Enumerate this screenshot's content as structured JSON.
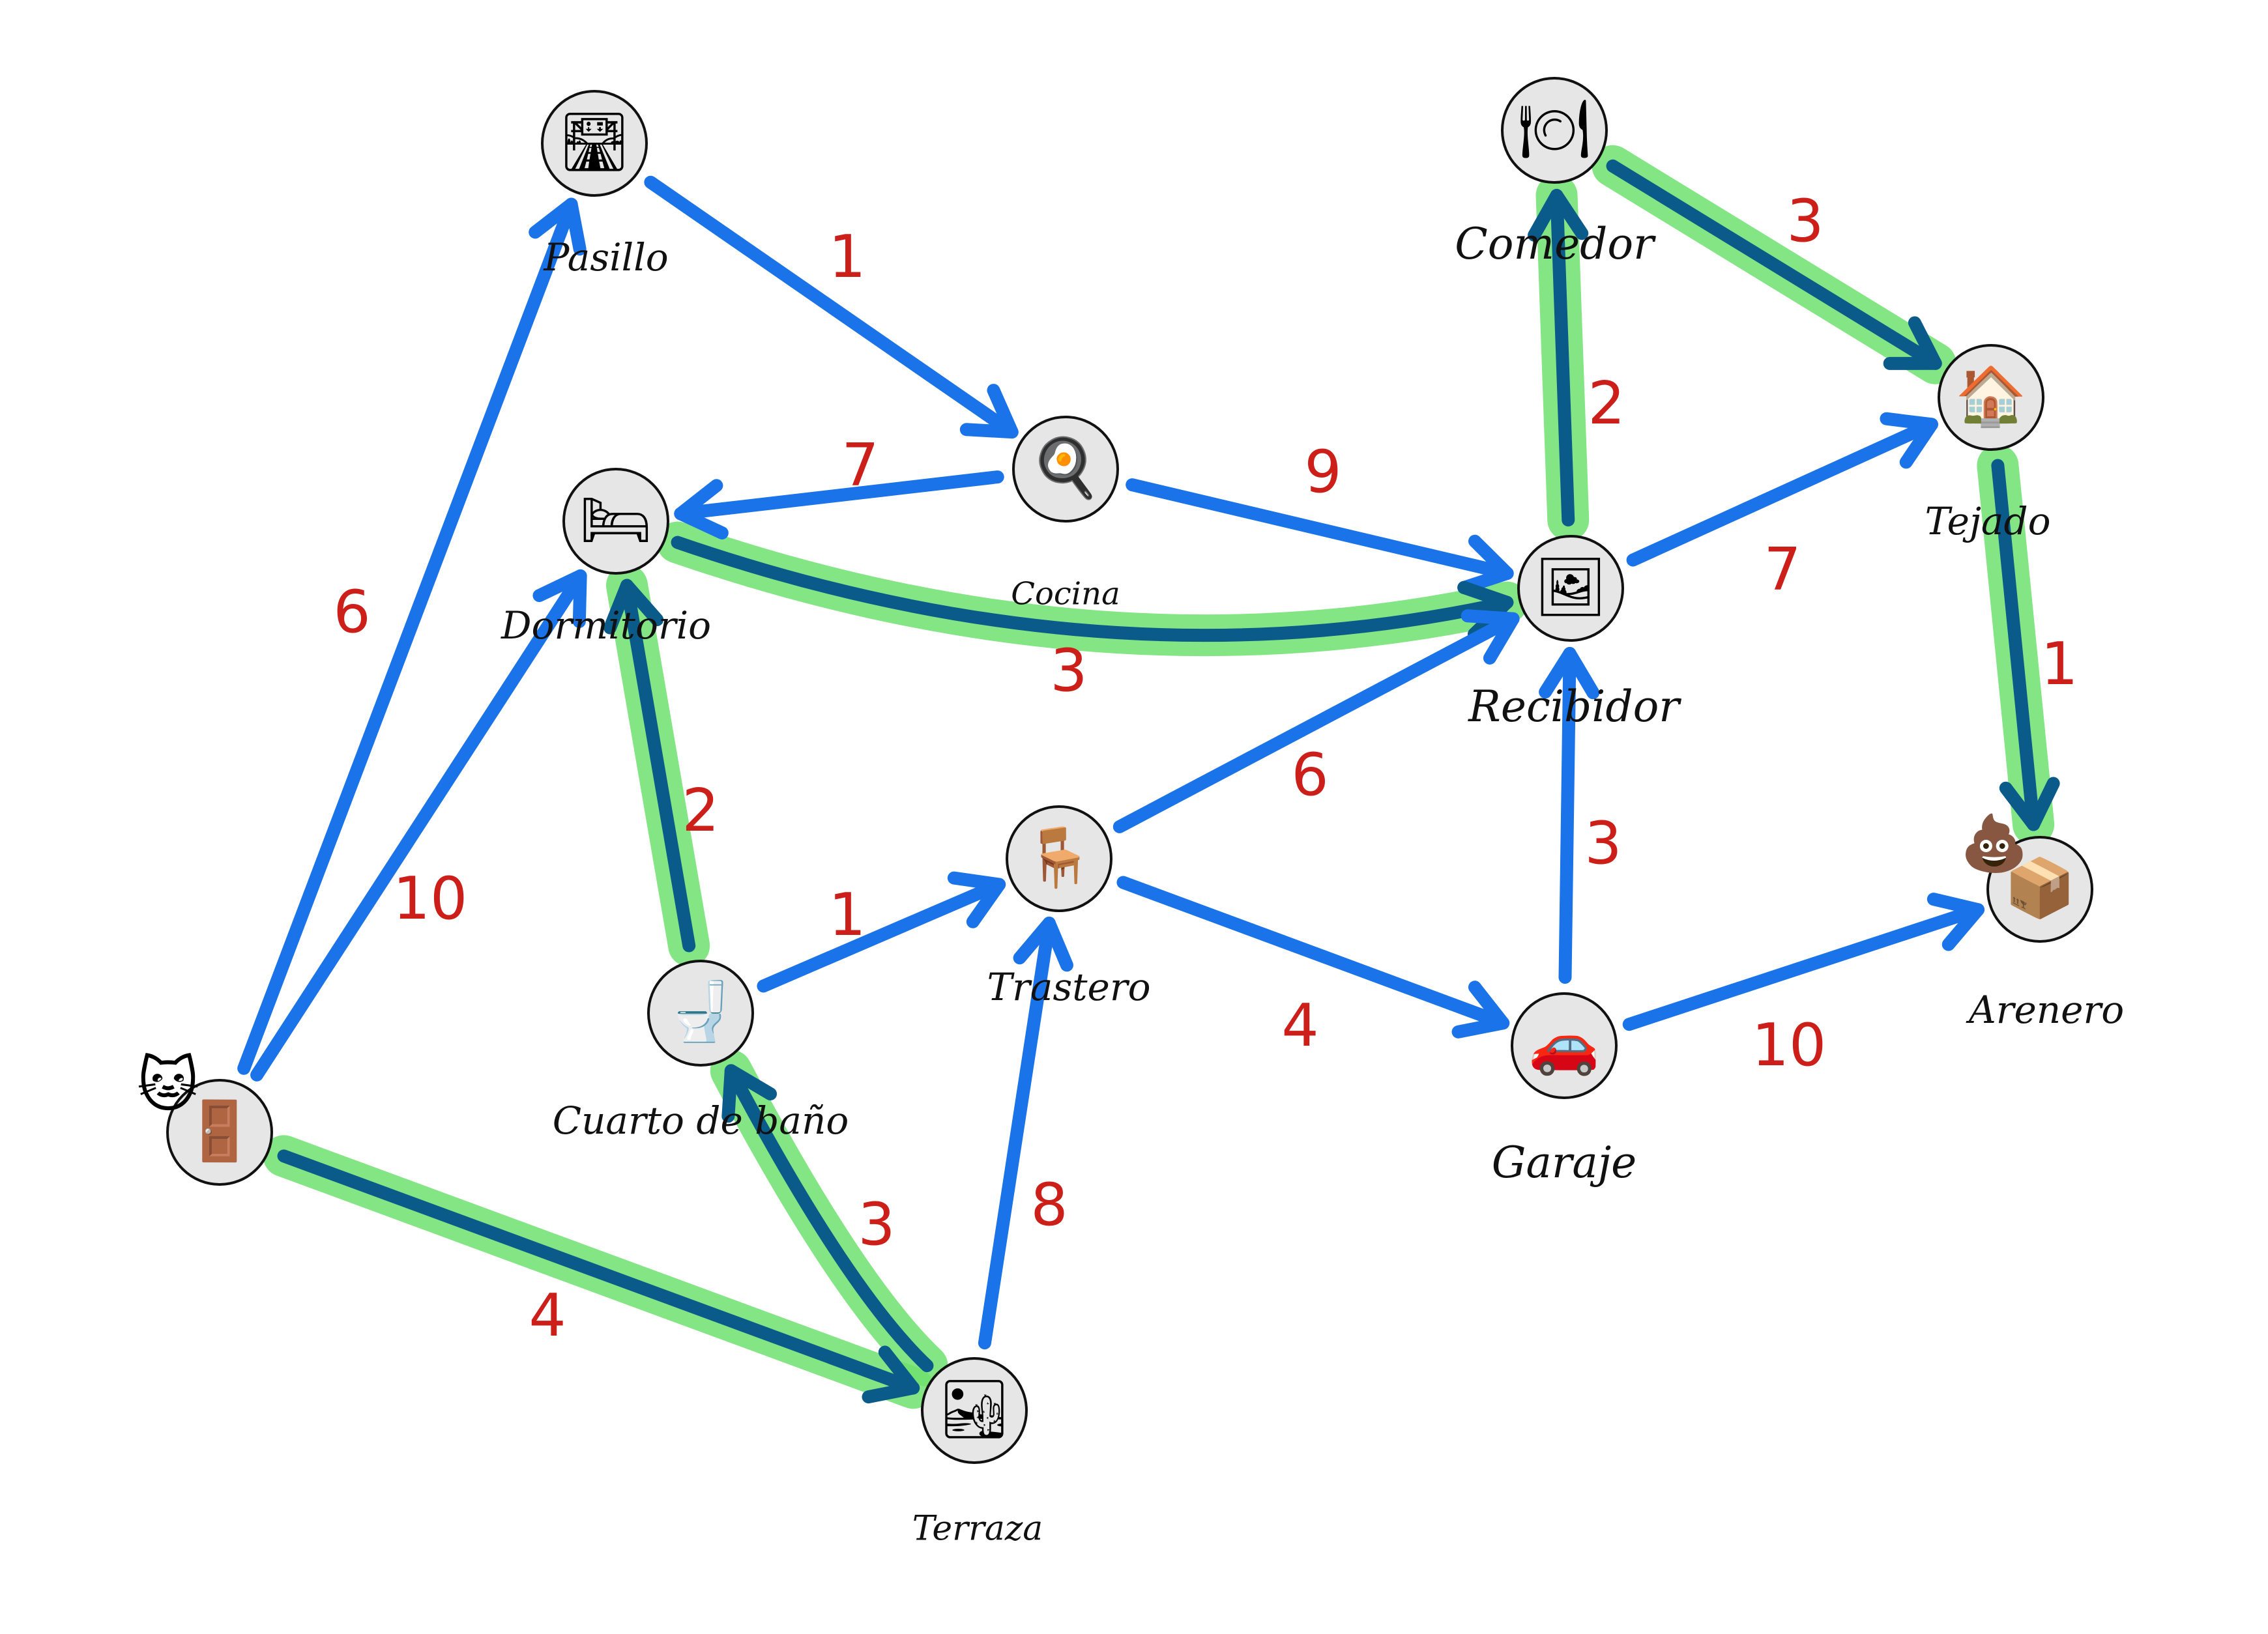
{
  "colors": {
    "edge": "#1a73e8",
    "edge_on_path": "#0b5b8a",
    "highlight": "#6fe06f",
    "weight": "#cc1f1a",
    "label": "#111111",
    "node_fill": "#e6e6e6"
  },
  "nodes": [
    {
      "id": "entrada",
      "label": "",
      "icon": "door-icon",
      "glyph": "🚪"
    },
    {
      "id": "pasillo",
      "label": "Pasillo",
      "icon": "highway-icon",
      "glyph": "🛣"
    },
    {
      "id": "dormitorio",
      "label": "Dormitorio",
      "icon": "bed-icon",
      "glyph": "🛏"
    },
    {
      "id": "cocina",
      "label": "Cocina",
      "icon": "frying-pan-icon",
      "glyph": "🍳"
    },
    {
      "id": "recibidor",
      "label": "Recibidor",
      "icon": "framed-picture-icon",
      "glyph": "🖼"
    },
    {
      "id": "comedor",
      "label": "Comedor",
      "icon": "fork-knife-plate-icon",
      "glyph": "🍽"
    },
    {
      "id": "tejado",
      "label": "Tejado",
      "icon": "house-icon",
      "glyph": "🏠"
    },
    {
      "id": "arenero",
      "label": "Arenero",
      "icon": "box-icon",
      "glyph": "📦"
    },
    {
      "id": "trastero",
      "label": "Trastero",
      "icon": "chair-icon",
      "glyph": "🪑"
    },
    {
      "id": "bano",
      "label": "Cuarto de baño",
      "icon": "toilet-icon",
      "glyph": "🚽"
    },
    {
      "id": "garaje",
      "label": "Garaje",
      "icon": "car-icon",
      "glyph": "🚗"
    },
    {
      "id": "terraza",
      "label": "Terraza",
      "icon": "desert-icon",
      "glyph": "🏜"
    }
  ],
  "markers": {
    "cat": {
      "icon": "cat-face-icon",
      "glyph": "🐱"
    },
    "poop": {
      "icon": "poop-icon",
      "glyph": "💩"
    }
  },
  "edges": [
    {
      "from": "entrada",
      "to": "pasillo",
      "weight": "6",
      "on_path": false
    },
    {
      "from": "entrada",
      "to": "dormitorio",
      "weight": "10",
      "on_path": false
    },
    {
      "from": "entrada",
      "to": "terraza",
      "weight": "4",
      "on_path": true
    },
    {
      "from": "pasillo",
      "to": "cocina",
      "weight": "1",
      "on_path": false
    },
    {
      "from": "cocina",
      "to": "dormitorio",
      "weight": "7",
      "on_path": false
    },
    {
      "from": "cocina",
      "to": "recibidor",
      "weight": "9",
      "on_path": false
    },
    {
      "from": "dormitorio",
      "to": "recibidor",
      "weight": "3",
      "on_path": true
    },
    {
      "from": "bano",
      "to": "dormitorio",
      "weight": "2",
      "on_path": true
    },
    {
      "from": "bano",
      "to": "trastero",
      "weight": "1",
      "on_path": false
    },
    {
      "from": "terraza",
      "to": "bano",
      "weight": "3",
      "on_path": true
    },
    {
      "from": "terraza",
      "to": "trastero",
      "weight": "8",
      "on_path": false
    },
    {
      "from": "trastero",
      "to": "recibidor",
      "weight": "6",
      "on_path": false
    },
    {
      "from": "trastero",
      "to": "garaje",
      "weight": "4",
      "on_path": false
    },
    {
      "from": "garaje",
      "to": "recibidor",
      "weight": "3",
      "on_path": false
    },
    {
      "from": "garaje",
      "to": "arenero",
      "weight": "10",
      "on_path": false
    },
    {
      "from": "recibidor",
      "to": "comedor",
      "weight": "2",
      "on_path": true
    },
    {
      "from": "recibidor",
      "to": "tejado",
      "weight": "7",
      "on_path": false
    },
    {
      "from": "comedor",
      "to": "tejado",
      "weight": "3",
      "on_path": true
    },
    {
      "from": "tejado",
      "to": "arenero",
      "weight": "1",
      "on_path": true
    }
  ]
}
